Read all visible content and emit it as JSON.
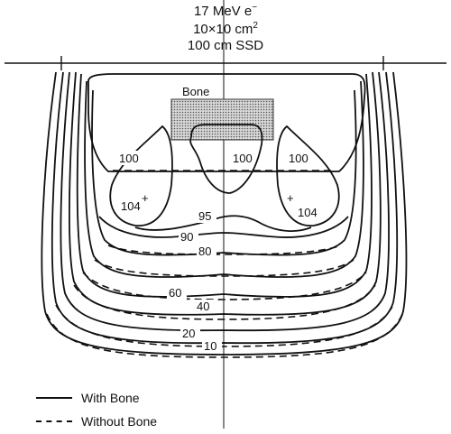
{
  "header": {
    "line1_text": "17 MeV e",
    "line1_sup": "−",
    "line2_text": "10×10 cm",
    "line2_sup": "2",
    "line3": "100 cm SSD"
  },
  "bone_label": "Bone",
  "isodose_labels": {
    "l100_left": "100",
    "l100_mid": "100",
    "l100_right": "100",
    "l104_left": "104",
    "l104_left_plus": "+",
    "l104_right": "104",
    "l104_right_plus": "+",
    "l95": "95",
    "l90": "90",
    "l80": "80",
    "l60": "60",
    "l40": "40",
    "l20": "20",
    "l10": "10"
  },
  "legend": {
    "with_bone": "With Bone",
    "without_bone": "Without Bone"
  },
  "colors": {
    "ink": "#111111",
    "bone_fill": "#bdbdbd"
  }
}
